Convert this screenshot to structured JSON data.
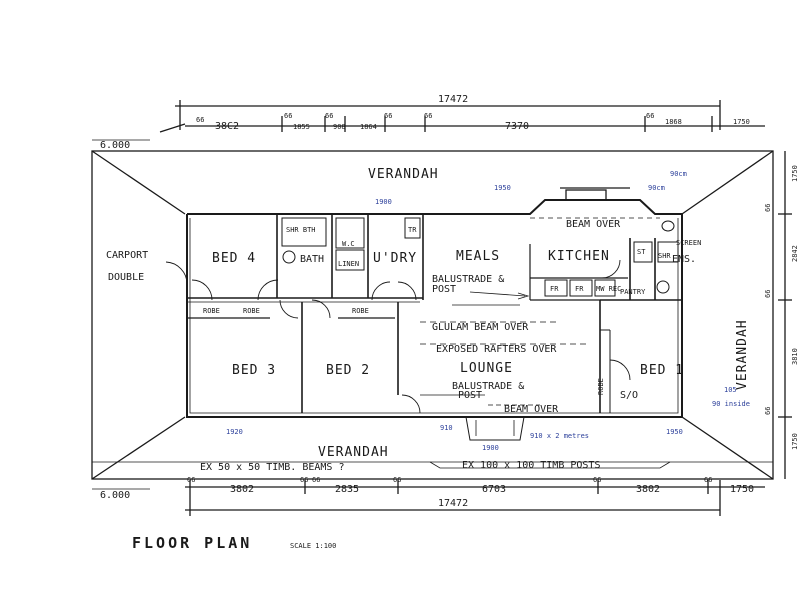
{
  "dimensions": {
    "overall_top": "17472",
    "overall_bottom": "17472",
    "top_chain": [
      "38C2",
      "1855",
      "908",
      "1864",
      "7370",
      "1868",
      "1750"
    ],
    "top_small": [
      "66",
      "66",
      "66",
      "66",
      "66",
      "66"
    ],
    "bottom_chain": [
      "3802",
      "2835",
      "6703",
      "3802",
      "1750"
    ],
    "bottom_small": [
      "66",
      "66",
      "66",
      "66",
      "66",
      "66"
    ],
    "right_chain": [
      "1750",
      "66",
      "2842",
      "66",
      "3810",
      "66",
      "1750"
    ],
    "left_top": "6.000",
    "left_bottom": "6.000"
  },
  "rooms": {
    "bed4": "BED 4",
    "bath": "BATH",
    "udry": "U'DRY",
    "meals": "MEALS",
    "kitchen": "KITCHEN",
    "ens": "ENS.",
    "bed3": "BED 3",
    "bed2": "BED 2",
    "lounge": "LOUNGE",
    "bed1": "BED 1",
    "carport_line1": "CARPORT",
    "carport_line2": "DOUBLE",
    "verandah_top": "VERANDAH",
    "verandah_bottom": "VERANDAH",
    "verandah_right": "VERANDAH"
  },
  "fixtures": {
    "shr_bth": "SHR  BTH",
    "wc": "W.C",
    "linen": "LINEN",
    "tr": "TR",
    "st": "ST",
    "shr": "SHR",
    "screen": "SCREEN",
    "pantry": "PANTRY",
    "fr1": "FR",
    "fr2": "FR",
    "mw_rec": "MW REC",
    "robe_bed4": "ROBE",
    "robe_bed3": "ROBE",
    "robe_bed2": "ROBE",
    "robe_bed1": "ROBE",
    "so": "S/O"
  },
  "notes": {
    "beam_over_kitchen": "BEAM OVER",
    "balustrade_post_1": "BALUSTRADE &",
    "balustrade_post_1b": "POST",
    "glulam": "GLULAM BEAM OVER",
    "exposed_rafters": "EXPOSED RAFTERS OVER",
    "balustrade_post_2": "BALUSTRADE &",
    "balustrade_post_2b": "POST",
    "beam_over_lounge": "BEAM OVER",
    "timber_beams": "EX 50 x 50 TIMB. BEAMS ?",
    "timber_posts": "EX 100 x 100 TIMB POSTS",
    "hw_1900_top": "1900",
    "hw_1950_top": "1950",
    "hw_90cm": "90cm",
    "hw_90cm_b": "90cm",
    "hw_1920": "1920",
    "hw_1900_bottom": "1900",
    "hw_910_left": "910",
    "hw_910_2": "910 x 2 metres",
    "hw_1950_right": "1950",
    "hw_105": "105",
    "hw_90_inside": "90 inside"
  },
  "title": {
    "main": "FLOOR  PLAN",
    "scale": "SCALE 1:100"
  }
}
